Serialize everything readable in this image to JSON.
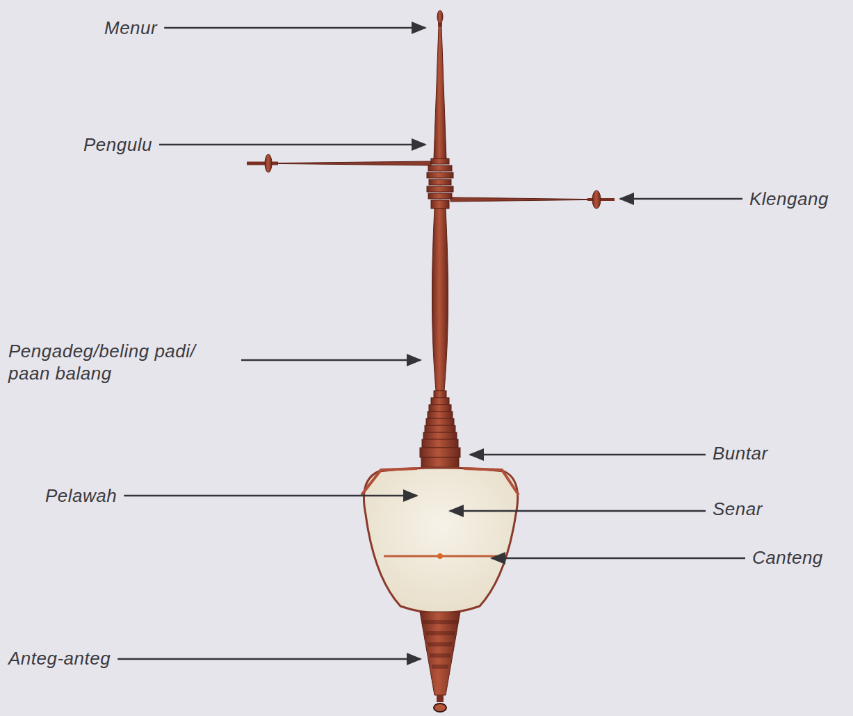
{
  "diagram": {
    "labels": [
      "Menur",
      "Pengulu",
      "Klengang",
      "Pengadeg/beling padi/ paan balang",
      "Buntar",
      "Pelawah",
      "Senar",
      "Canteng",
      "Anteg-anteg"
    ]
  }
}
